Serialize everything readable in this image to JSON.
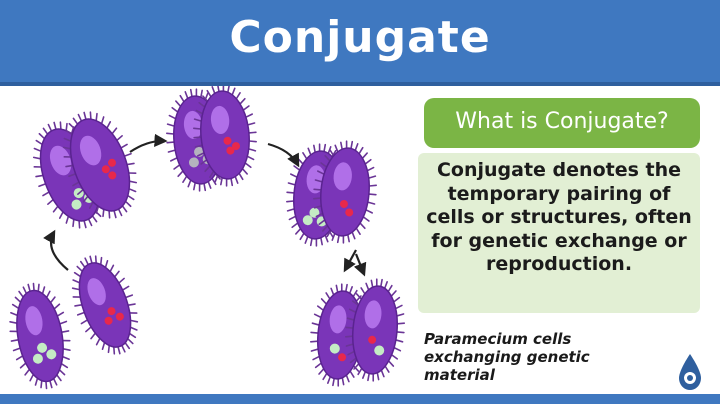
{
  "header": {
    "title": "Conjugate"
  },
  "question": {
    "label": "What is Conjugate?"
  },
  "definition": {
    "text": "Conjugate denotes the temporary pairing of cells or structures, often for genetic exchange or reproduction."
  },
  "caption": {
    "text": "Paramecium cells exchanging genetic material"
  },
  "colors": {
    "banner": "#3f78c0",
    "accent_green": "#7bb545",
    "definition_bg": "#e2efd4",
    "cell_body": "#7a35b8",
    "cell_nucleus": "#b06fe8",
    "cell_cilia": "#6a3596",
    "dots_green": "#c4ecc4",
    "dots_red": "#e8284b",
    "dots_gray": "#b4b4be"
  },
  "icons": {
    "arrows": "curved-arrow-icon",
    "logo": "drop-logo-icon"
  }
}
